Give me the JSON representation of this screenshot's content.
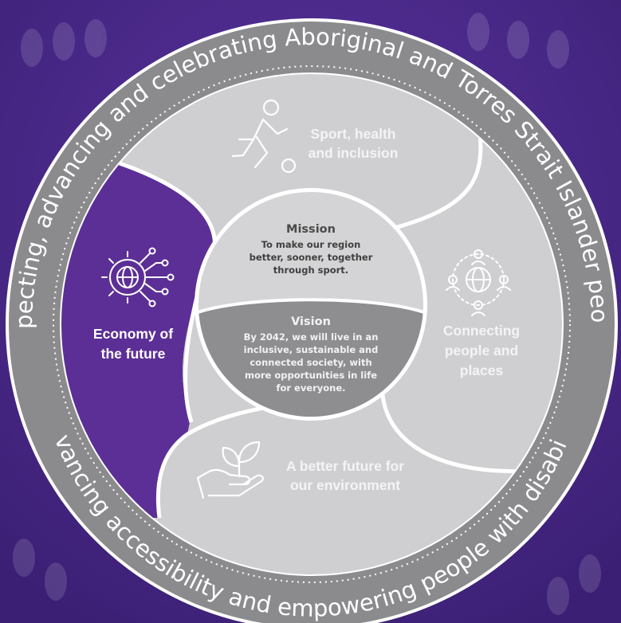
{
  "outer_ring": {
    "top_text": "Respecting, advancing and celebrating Aboriginal and Torres Strait Islander peoples",
    "bottom_text": "Advancing accessibility and empowering people with disability"
  },
  "segments": {
    "sport": {
      "line1": "Sport, health",
      "line2": "and inclusion",
      "icon": "running-person-ball-icon"
    },
    "economy": {
      "line1": "Economy of",
      "line2": "the future",
      "icon": "gear-globe-network-icon"
    },
    "connecting": {
      "line1": "Connecting",
      "line2": "people and",
      "line3": "places",
      "icon": "globe-people-network-icon"
    },
    "environment": {
      "line1": "A better future for",
      "line2": "our environment",
      "icon": "hand-seedling-icon"
    }
  },
  "mission": {
    "title": "Mission",
    "line1": "To make our region",
    "line2": "better, sooner, together",
    "line3": "through sport."
  },
  "vision": {
    "title": "Vision",
    "line1": "By 2042, we will live in an",
    "line2": "inclusive, sustainable and",
    "line3": "connected society, with",
    "line4": "more opportunities in life",
    "line5": "for everyone."
  },
  "colors": {
    "background": "#4a2a8a",
    "ring": "#8b8b8e",
    "segment_light": "#cfcfd1",
    "economy": "#5c2f96",
    "core_mission": "#d4d4d6",
    "core_vision": "#8e8e91"
  }
}
